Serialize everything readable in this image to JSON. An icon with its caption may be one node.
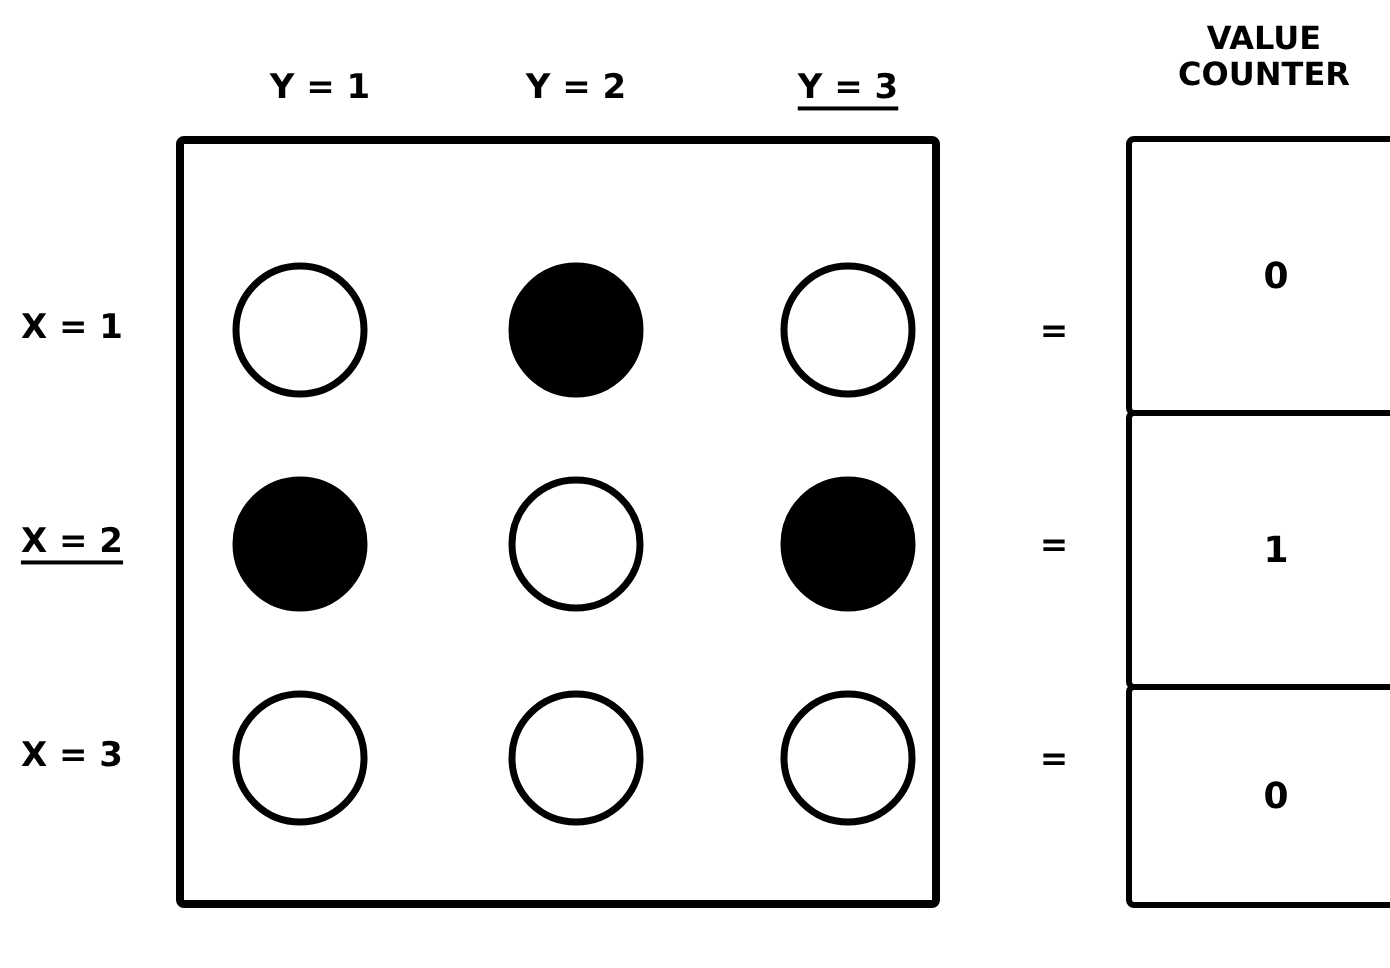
{
  "diagram": {
    "nodes": [
      {
        "text": [],
        "shape": "box"
      },
      {
        "text": [],
        "shape": "circle",
        "in": 0
      },
      {
        "text": [],
        "shape": "disc",
        "in": 0
      },
      {
        "text": [],
        "shape": "circle",
        "in": 0
      },
      {
        "text": [],
        "shape": "disc",
        "in": 0
      },
      {
        "text": [],
        "shape": "circle",
        "in": 0
      },
      {
        "text": [],
        "shape": "disc",
        "in": 0
      },
      {
        "text": [],
        "shape": "circle",
        "in": 0
      },
      {
        "text": [],
        "shape": "circle",
        "in": 0
      },
      {
        "text": [],
        "shape": "circle",
        "in": 0
      },
      {
        "text": [
          "0"
        ]
      },
      {
        "text": [
          "1"
        ]
      },
      {
        "text": [
          "0"
        ]
      }
    ],
    "labels": [
      "Y = 1",
      "Y = 2",
      "Y = 3",
      "VALUE COUNTER",
      "X = 1",
      "=",
      "X = 2",
      "=",
      "X = 3",
      "="
    ]
  }
}
